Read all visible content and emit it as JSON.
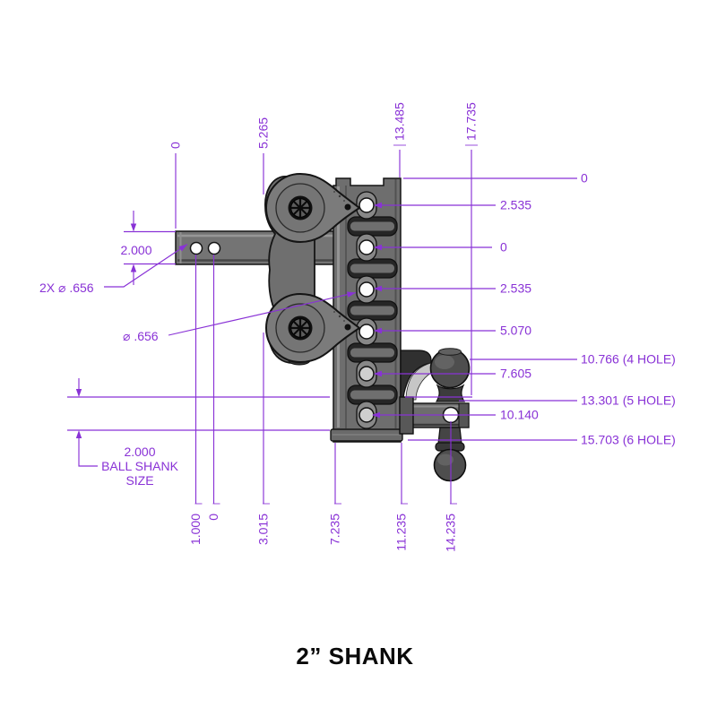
{
  "title": "2” SHANK",
  "colors": {
    "dimension_purple": "#8932D6",
    "metal_gray": "#6E6E6E",
    "metal_dark": "#2F2F2F",
    "outline_black": "#141414",
    "background": "#FFFFFF"
  },
  "dims": {
    "top": [
      {
        "label": "0"
      },
      {
        "label": "5.265"
      },
      {
        "label": "13.485"
      },
      {
        "label": "17.735"
      }
    ],
    "right_holes": [
      {
        "label": "2.535"
      },
      {
        "label": "0"
      },
      {
        "label": "2.535"
      },
      {
        "label": "5.070"
      },
      {
        "label": "7.605"
      },
      {
        "label": "10.140"
      }
    ],
    "right_overall": [
      {
        "label": "0"
      },
      {
        "label": "10.766 (4 HOLE)"
      },
      {
        "label": "13.301 (5 HOLE)"
      },
      {
        "label": "15.703 (6 HOLE)"
      }
    ],
    "bottom": [
      {
        "label": "1.000"
      },
      {
        "label": "0"
      },
      {
        "label": "3.015"
      },
      {
        "label": "7.235"
      },
      {
        "label": "11.235"
      },
      {
        "label": "14.235"
      }
    ],
    "shank_height": "2.000",
    "shank_holes_callout": "2X ⌀ .656",
    "channel_hole_callout": "⌀ .656",
    "ball_shank_size": [
      "2.000",
      "BALL SHANK",
      "SIZE"
    ]
  }
}
